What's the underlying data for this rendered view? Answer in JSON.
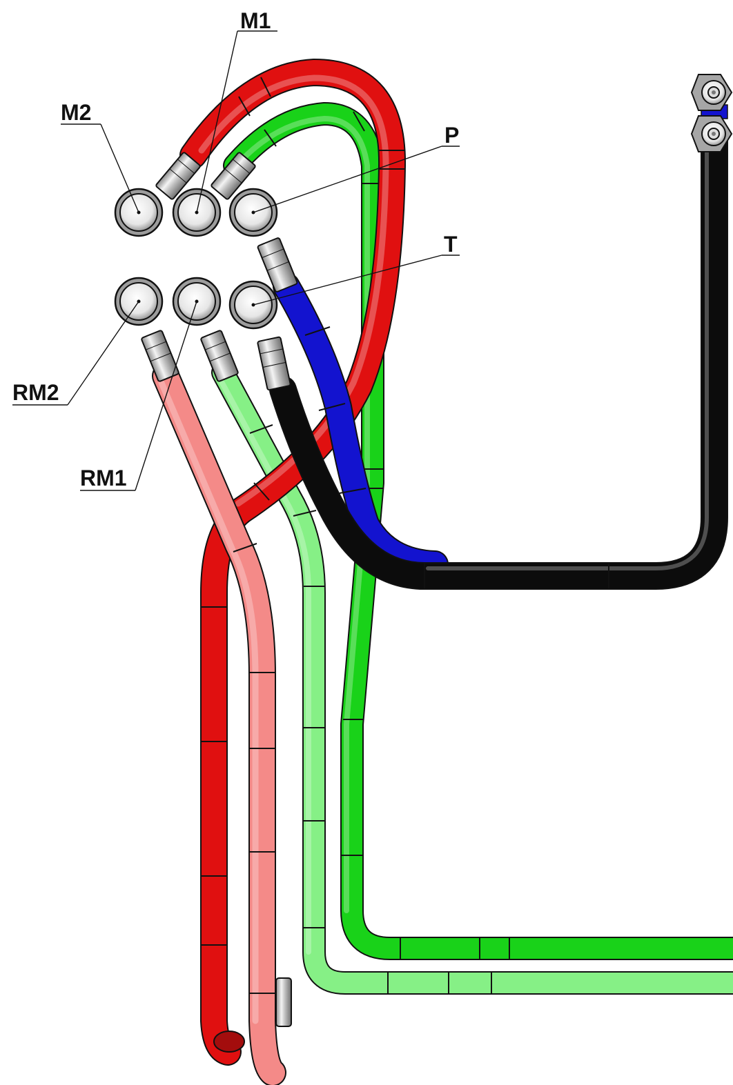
{
  "labels": {
    "m1": "M1",
    "m2": "M2",
    "p": "P",
    "t": "T",
    "rm2": "RM2",
    "rm1": "RM1"
  },
  "colors": {
    "red_hose": "#e01010",
    "green_hose": "#19d219",
    "blue_hose": "#1313cf",
    "black_hose": "#0c0c0c",
    "pink_hose": "#f48a88",
    "light_green_hose": "#86f086",
    "fitting_metal": "#c9c9c9",
    "outline": "#111111",
    "background": "#ffffff"
  }
}
